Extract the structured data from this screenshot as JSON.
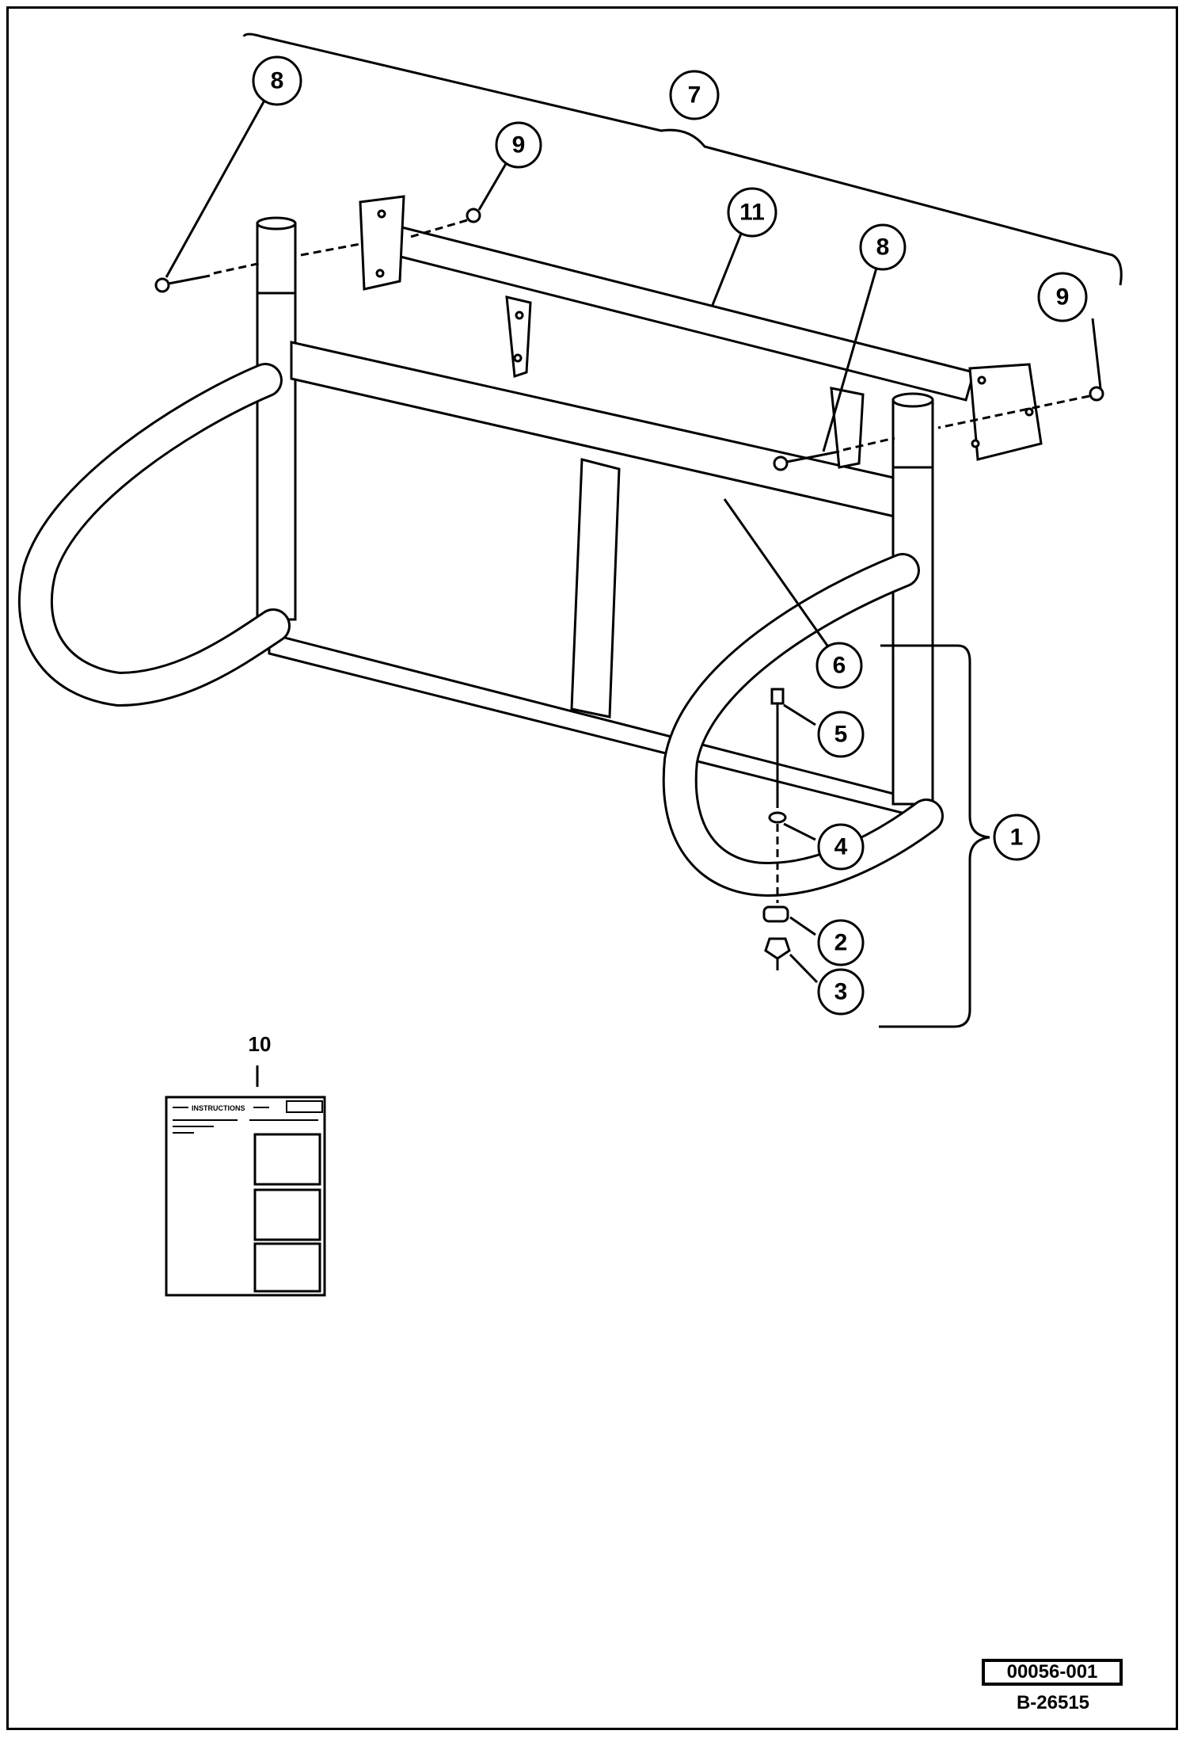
{
  "callouts": [
    {
      "n": "1"
    },
    {
      "n": "2"
    },
    {
      "n": "3"
    },
    {
      "n": "4"
    },
    {
      "n": "5"
    },
    {
      "n": "6"
    },
    {
      "n": "7"
    },
    {
      "n": "8"
    },
    {
      "n": "9"
    },
    {
      "n": "10"
    },
    {
      "n": "11"
    }
  ],
  "instruction_sheet": {
    "title": "INSTRUCTIONS"
  },
  "figure_code": "00056-001",
  "drawing_number": "B-26515",
  "colors": {
    "line": "#000000",
    "background": "#ffffff"
  }
}
